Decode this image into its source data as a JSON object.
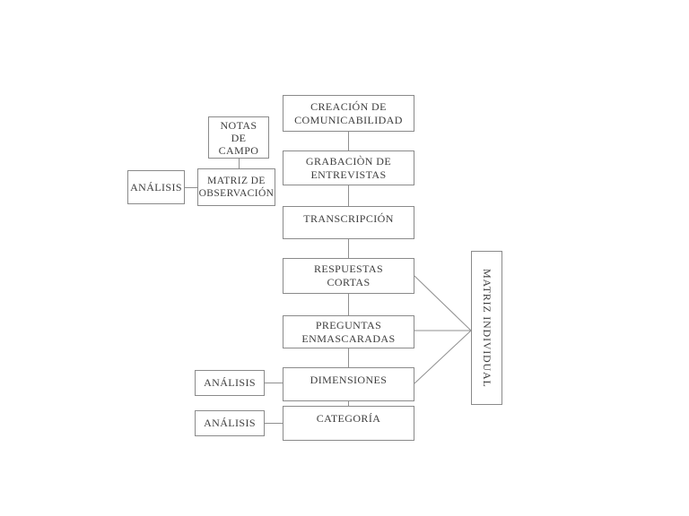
{
  "diagram": {
    "description_type": "flowchart",
    "colors": {
      "background": "#ffffff",
      "box_border": "#8a8a8a",
      "line": "#8f8f8f",
      "text": "#3d3d3d"
    },
    "nodes": {
      "creacion": {
        "label": "CREACIÓN DE\nCOMUNICABILIDAD"
      },
      "grabacion": {
        "label": "GRABACIÒN DE\nENTREVISTAS"
      },
      "transcripcion": {
        "label": "TRANSCRIPCIÓN"
      },
      "respuestas": {
        "label": "RESPUESTAS\nCORTAS"
      },
      "preguntas": {
        "label": "PREGUNTAS\nENMASCARADAS"
      },
      "dimensiones": {
        "label": "DIMENSIONES"
      },
      "categoria": {
        "label": "CATEGORÍA"
      },
      "notas_campo": {
        "label": "NOTAS\nDE\nCAMPO"
      },
      "analisis_observacion": {
        "label": "ANÁLISIS"
      },
      "matriz_observacion": {
        "label": "MATRIZ DE\nOBSERVACIÓN"
      },
      "analisis_dimensiones": {
        "label": "ANÁLISIS"
      },
      "analisis_categoria": {
        "label": "ANÁLISIS"
      },
      "matriz_individual": {
        "label": "MATRIZ INDIVIDUAL"
      }
    },
    "edges": [
      {
        "from": "notas_campo",
        "to": "matriz_observacion"
      },
      {
        "from": "analisis_observacion",
        "to": "matriz_observacion"
      },
      {
        "from": "creacion",
        "to": "grabacion"
      },
      {
        "from": "grabacion",
        "to": "transcripcion"
      },
      {
        "from": "transcripcion",
        "to": "respuestas"
      },
      {
        "from": "respuestas",
        "to": "preguntas"
      },
      {
        "from": "preguntas",
        "to": "dimensiones"
      },
      {
        "from": "dimensiones",
        "to": "categoria"
      },
      {
        "from": "analisis_dimensiones",
        "to": "dimensiones"
      },
      {
        "from": "analisis_categoria",
        "to": "categoria"
      },
      {
        "from": "respuestas",
        "to": "matriz_individual"
      },
      {
        "from": "preguntas",
        "to": "matriz_individual"
      },
      {
        "from": "dimensiones",
        "to": "matriz_individual"
      }
    ]
  }
}
